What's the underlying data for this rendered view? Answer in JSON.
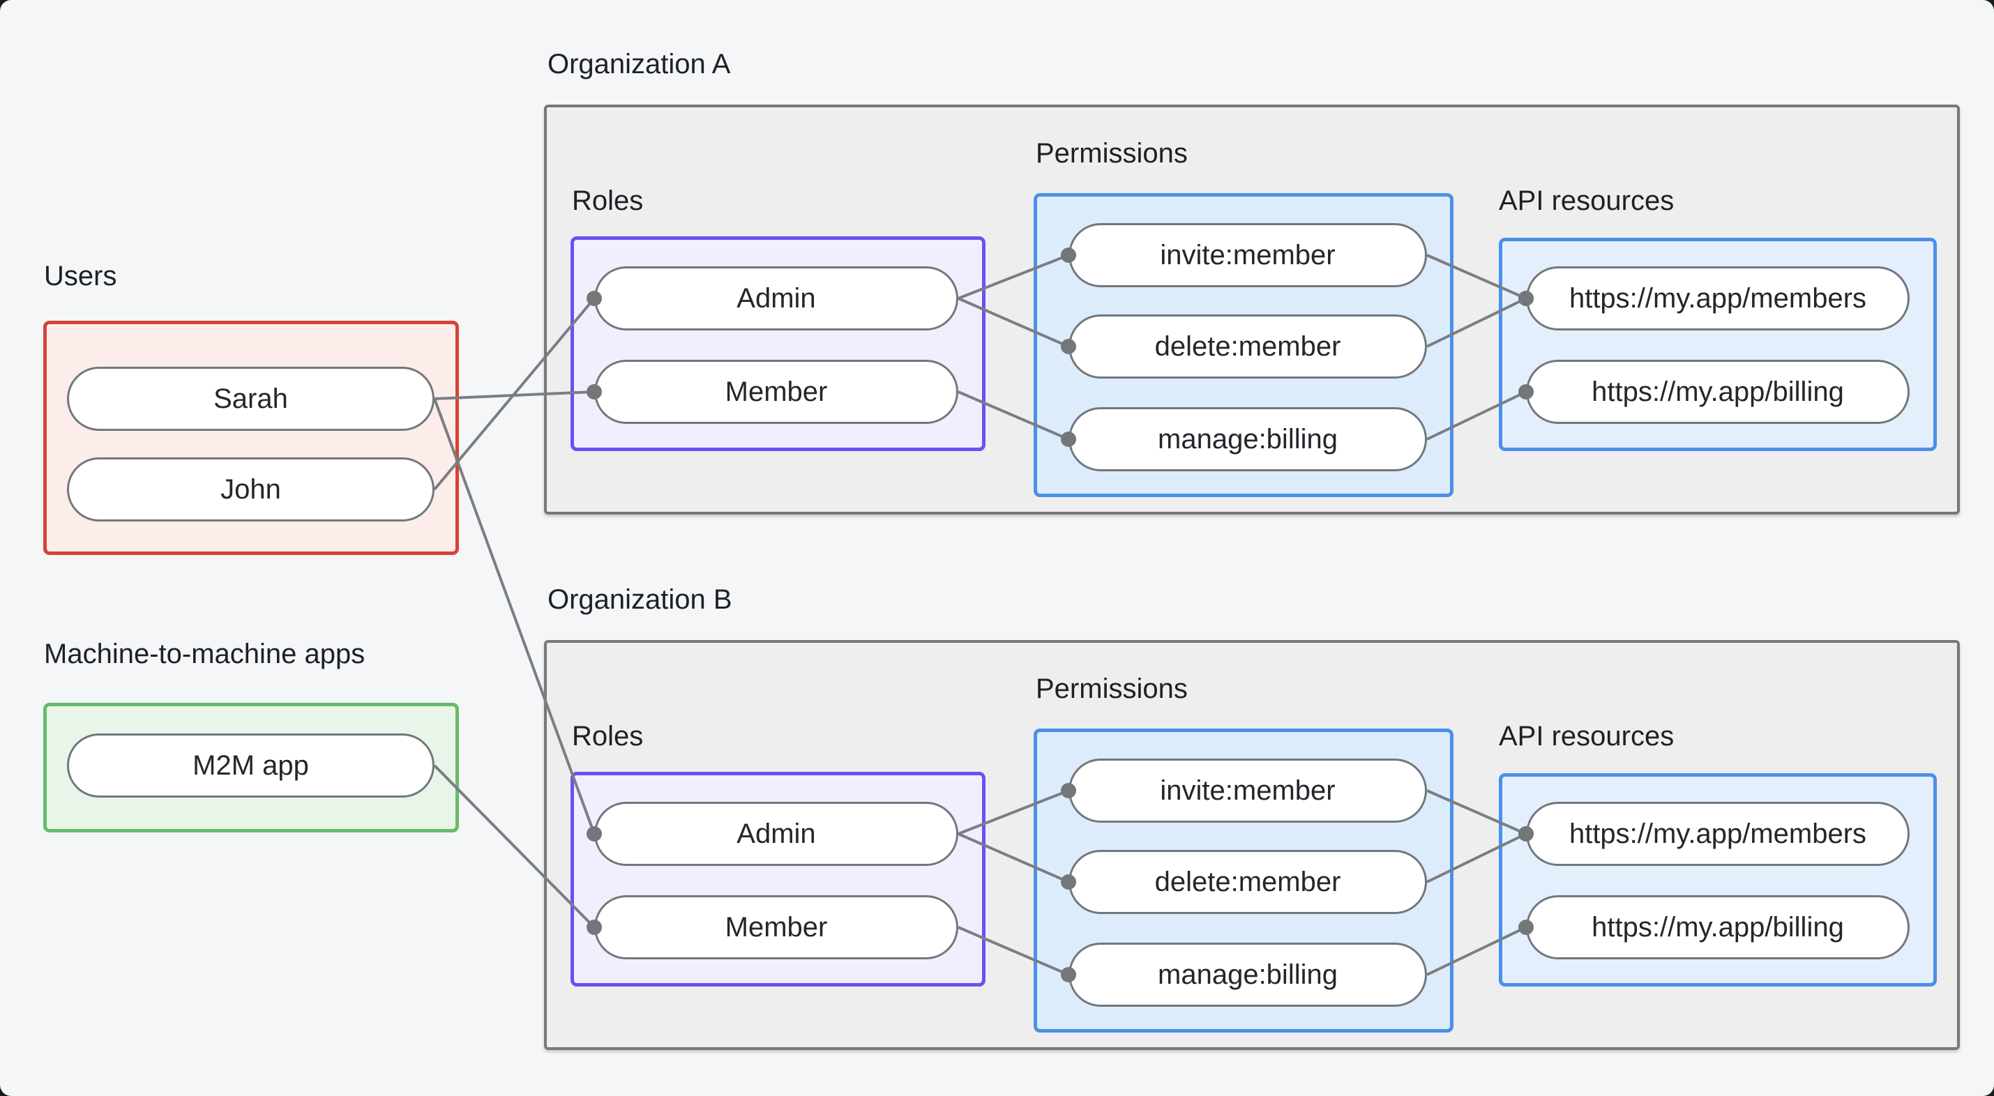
{
  "colors": {
    "page_background": "#f5f6f7",
    "users_accent": "#d64234",
    "users_fill": "#fcedeb",
    "m2m_accent": "#66bb6a",
    "m2m_fill": "#e9f5e9",
    "roles_accent": "#6e4ff2",
    "roles_fill": "#f3eefe",
    "permissions_accent": "#4a90ea",
    "permissions_fill": "#ddecfb",
    "api_fill": "#e3effc",
    "org_fill": "#eeeeef",
    "org_border": "#75797c",
    "wire": "#7a7e82",
    "text": "#1f2328"
  },
  "users": {
    "title": "Users",
    "nodes": [
      {
        "id": "sarah",
        "label": "Sarah"
      },
      {
        "id": "john",
        "label": "John"
      }
    ]
  },
  "m2m": {
    "title": "Machine-to-machine apps",
    "nodes": [
      {
        "id": "m2m",
        "label": "M2M app"
      }
    ]
  },
  "orgs": [
    {
      "title": "Organization A",
      "roles": {
        "title": "Roles",
        "nodes": [
          {
            "id": "admin-a",
            "label": "Admin"
          },
          {
            "id": "member-a",
            "label": "Member"
          }
        ]
      },
      "permissions": {
        "title": "Permissions",
        "nodes": [
          {
            "id": "invite-a",
            "label": "invite:member"
          },
          {
            "id": "delete-a",
            "label": "delete:member"
          },
          {
            "id": "manage-a",
            "label": "manage:billing"
          }
        ]
      },
      "api": {
        "title": "API resources",
        "nodes": [
          {
            "id": "members-a",
            "label": "https://my.app/members"
          },
          {
            "id": "billing-a",
            "label": "https://my.app/billing"
          }
        ]
      }
    },
    {
      "title": "Organization B",
      "roles": {
        "title": "Roles",
        "nodes": [
          {
            "id": "admin-b",
            "label": "Admin"
          },
          {
            "id": "member-b",
            "label": "Member"
          }
        ]
      },
      "permissions": {
        "title": "Permissions",
        "nodes": [
          {
            "id": "invite-b",
            "label": "invite:member"
          },
          {
            "id": "delete-b",
            "label": "delete:member"
          },
          {
            "id": "manage-b",
            "label": "manage:billing"
          }
        ]
      },
      "api": {
        "title": "API resources",
        "nodes": [
          {
            "id": "members-b",
            "label": "https://my.app/members"
          },
          {
            "id": "billing-b",
            "label": "https://my.app/billing"
          }
        ]
      }
    }
  ],
  "connections": [
    {
      "from": "sarah",
      "to": "member-a"
    },
    {
      "from": "john",
      "to": "admin-a"
    },
    {
      "from": "sarah",
      "to": "admin-b"
    },
    {
      "from": "m2m",
      "to": "member-b"
    },
    {
      "from": "admin-a",
      "to": "invite-a"
    },
    {
      "from": "admin-a",
      "to": "delete-a"
    },
    {
      "from": "member-a",
      "to": "manage-a"
    },
    {
      "from": "invite-a",
      "to": "members-a"
    },
    {
      "from": "delete-a",
      "to": "members-a"
    },
    {
      "from": "manage-a",
      "to": "billing-a"
    },
    {
      "from": "admin-b",
      "to": "invite-b"
    },
    {
      "from": "admin-b",
      "to": "delete-b"
    },
    {
      "from": "member-b",
      "to": "manage-b"
    },
    {
      "from": "invite-b",
      "to": "members-b"
    },
    {
      "from": "delete-b",
      "to": "members-b"
    },
    {
      "from": "manage-b",
      "to": "billing-b"
    }
  ]
}
